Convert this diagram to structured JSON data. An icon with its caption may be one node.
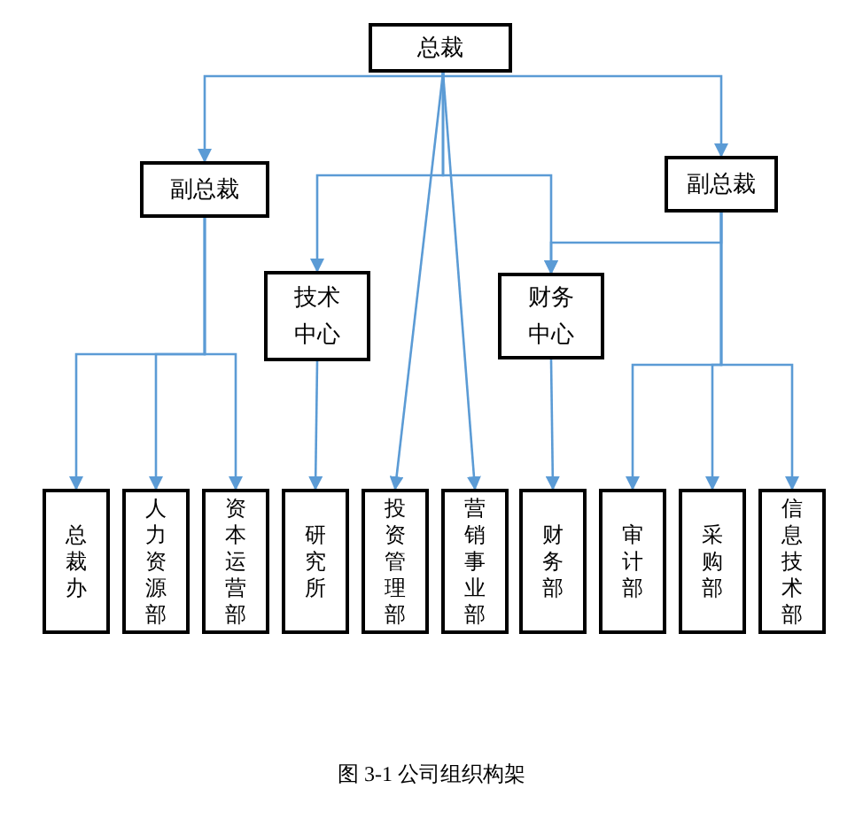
{
  "diagram": {
    "caption": "图 3-1 公司组织构架",
    "nodes": [
      {
        "text": [
          "总裁"
        ]
      },
      {
        "text": [
          "副总裁"
        ]
      },
      {
        "text": [
          "副总裁"
        ]
      },
      {
        "text": [
          "技术中心"
        ]
      },
      {
        "text": [
          "财务中心"
        ]
      },
      {
        "text": [
          "总裁办"
        ]
      },
      {
        "text": [
          "人力资源部"
        ]
      },
      {
        "text": [
          "资本运营部"
        ]
      },
      {
        "text": [
          "研究所"
        ]
      },
      {
        "text": [
          "投资管理部"
        ]
      },
      {
        "text": [
          "营销事业部"
        ]
      },
      {
        "text": [
          "财务部"
        ]
      },
      {
        "text": [
          "审计部"
        ]
      },
      {
        "text": [
          "采购部"
        ]
      },
      {
        "text": [
          "信息技术部"
        ]
      }
    ],
    "edges": [
      {
        "from": 0,
        "to": 1,
        "arrow": "to"
      },
      {
        "from": 0,
        "to": 2,
        "arrow": "to"
      },
      {
        "from": 0,
        "to": 3,
        "arrow": "to"
      },
      {
        "from": 0,
        "to": 4,
        "arrow": "to"
      },
      {
        "from": 0,
        "to": 9,
        "arrow": "to"
      },
      {
        "from": 0,
        "to": 10,
        "arrow": "to"
      },
      {
        "from": 1,
        "to": 5,
        "arrow": "to"
      },
      {
        "from": 1,
        "to": 6,
        "arrow": "to"
      },
      {
        "from": 1,
        "to": 7,
        "arrow": "to"
      },
      {
        "from": 3,
        "to": 8,
        "arrow": "to"
      },
      {
        "from": 2,
        "to": 4,
        "arrow": "to"
      },
      {
        "from": 4,
        "to": 11,
        "arrow": "to"
      },
      {
        "from": 2,
        "to": 12,
        "arrow": "to"
      },
      {
        "from": 2,
        "to": 13,
        "arrow": "to"
      },
      {
        "from": 2,
        "to": 14,
        "arrow": "to"
      }
    ]
  }
}
